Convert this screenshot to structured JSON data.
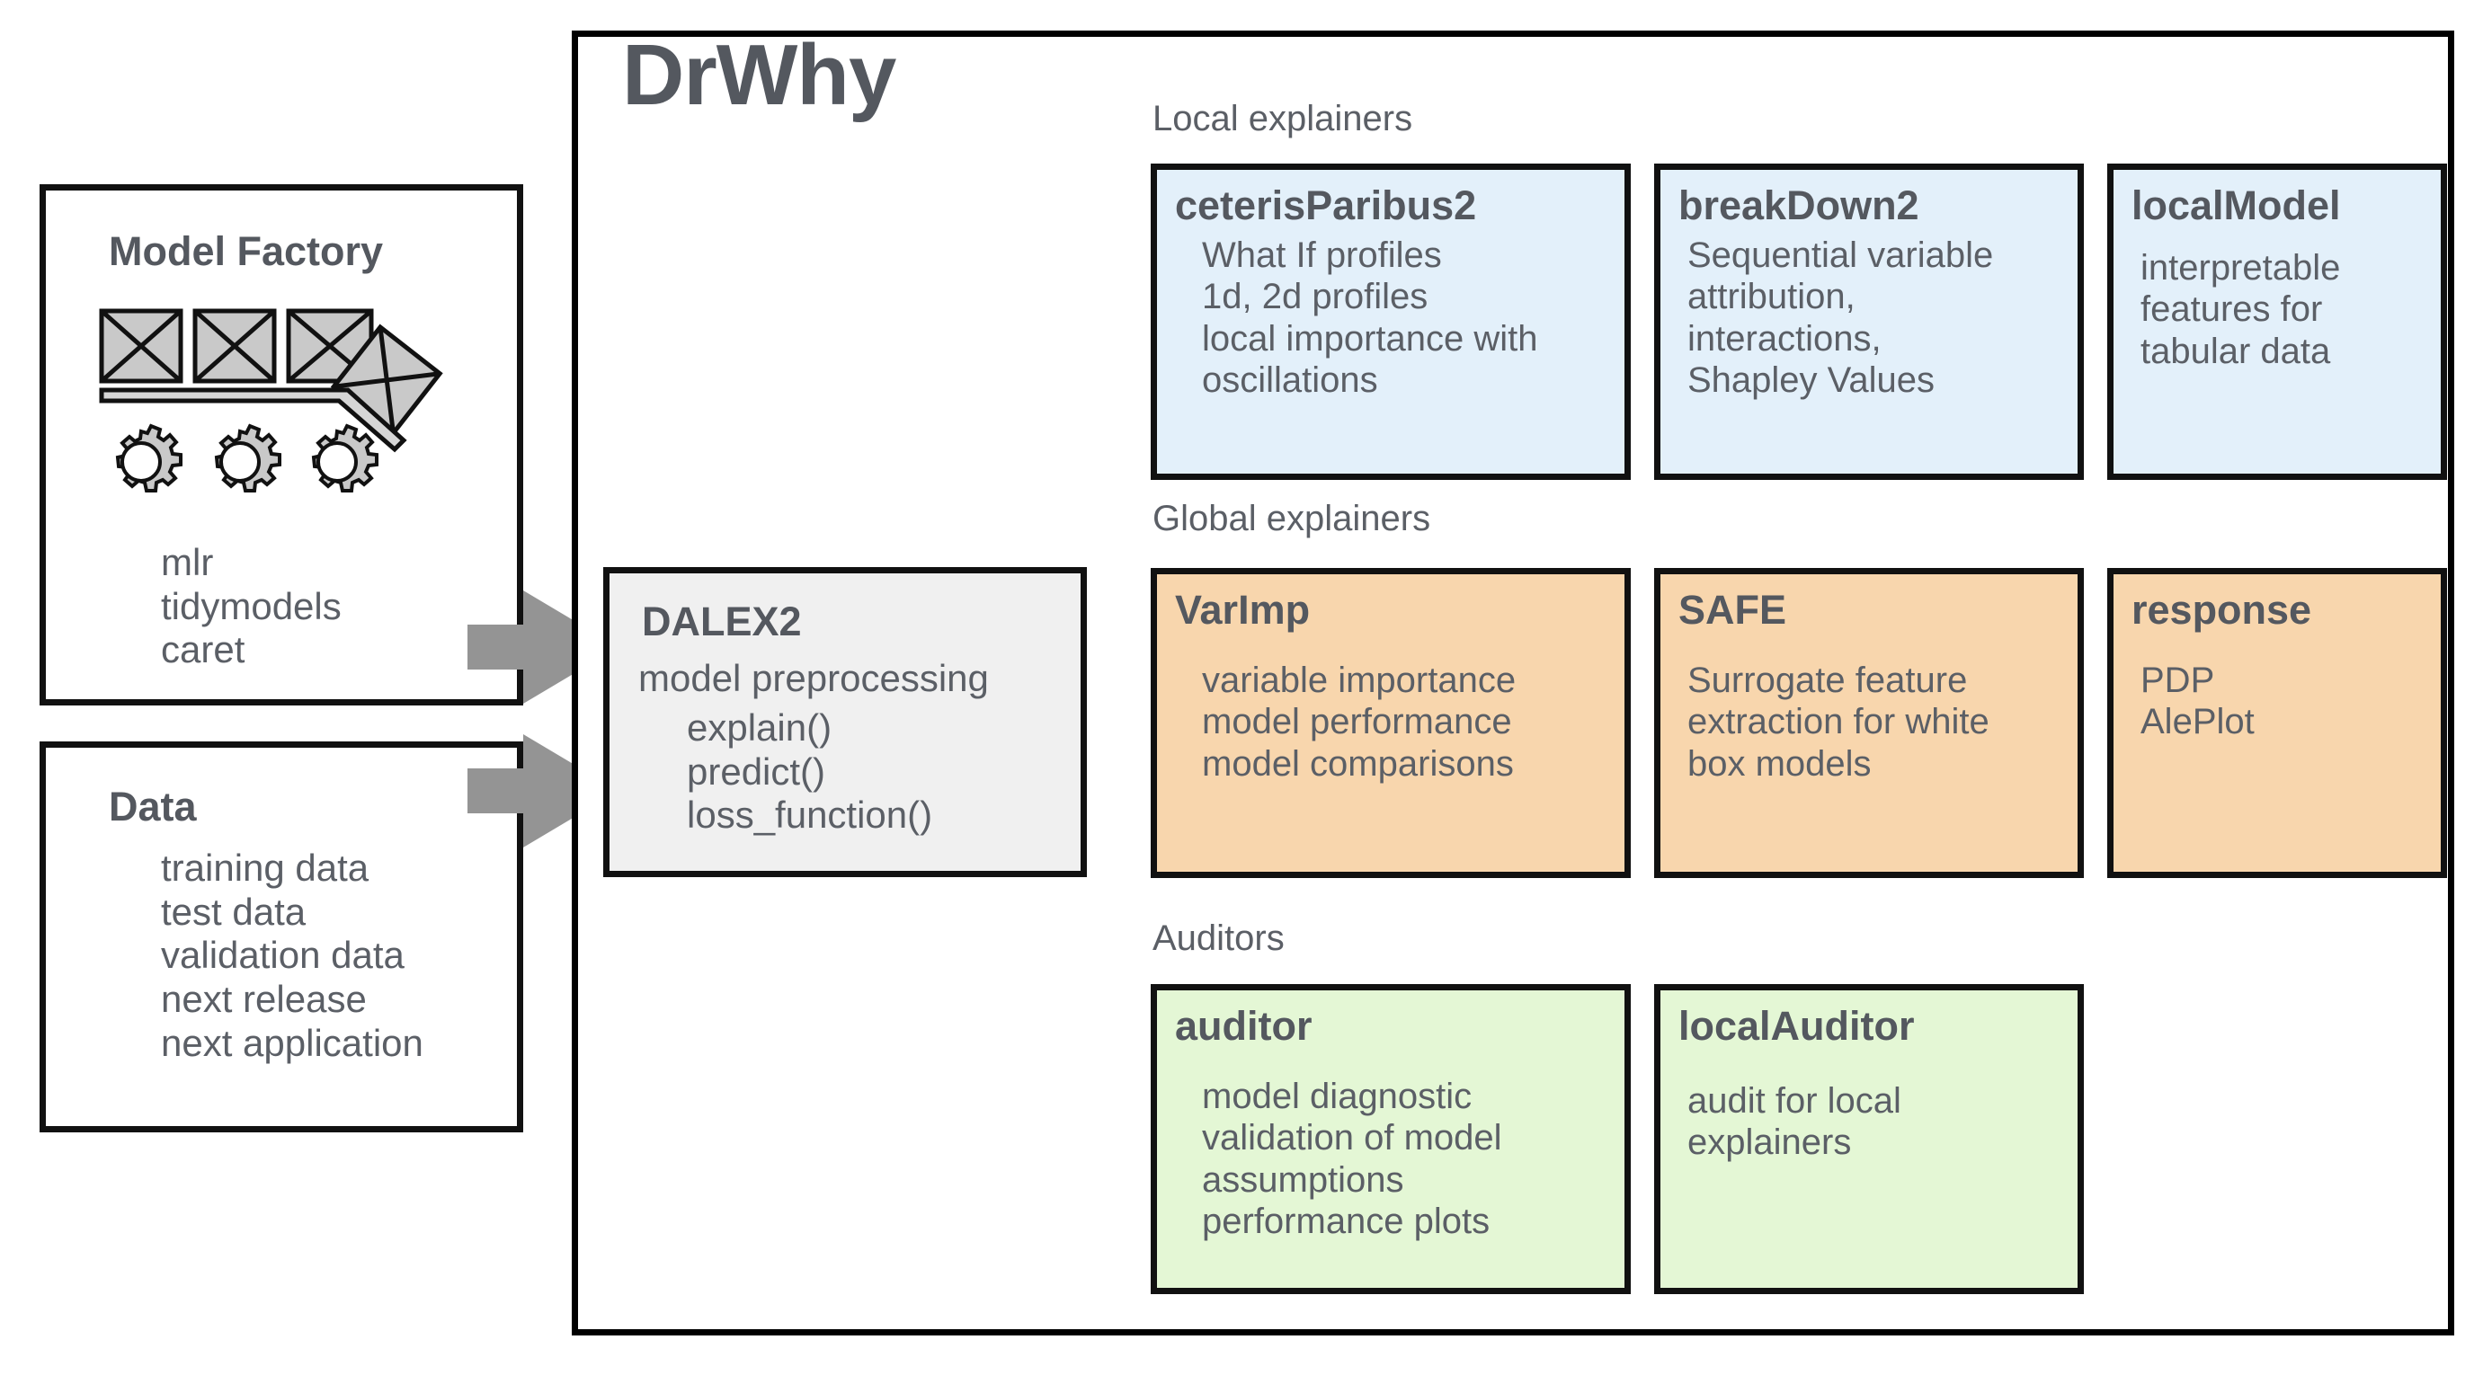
{
  "diagram": {
    "title": "DrWhy"
  },
  "model_factory": {
    "title": "Model Factory",
    "icon": "factory-conveyor-icon",
    "items": [
      "mlr",
      "tidymodels",
      "caret"
    ]
  },
  "data_box": {
    "title": "Data",
    "items": [
      "training data",
      "test data",
      "validation data",
      "next release",
      "next application"
    ]
  },
  "arrows": {
    "from_model_factory": "arrow-right-icon",
    "from_data": "arrow-right-icon",
    "color": "#949494"
  },
  "dalex": {
    "title": "DALEX2",
    "subtitle": "model preprocessing",
    "functions": [
      "explain()",
      "predict()",
      "loss_function()"
    ],
    "fill": "#f0f0f0"
  },
  "groups": [
    {
      "caption": "Local explainers",
      "fill": "#e3f0fa",
      "cards": [
        {
          "title": "ceterisParibus2",
          "lines": [
            "What If profiles",
            "1d, 2d profiles",
            "local importance with",
            " oscillations"
          ]
        },
        {
          "title": "breakDown2",
          "lines": [
            "Sequential variable",
            "attribution,",
            "interactions,",
            "Shapley Values"
          ]
        },
        {
          "title": "localModel",
          "lines": [
            "interpretable",
            "features for",
            "tabular data"
          ]
        }
      ]
    },
    {
      "caption": "Global explainers",
      "fill": "#f8d6ad",
      "cards": [
        {
          "title": "VarImp",
          "lines": [
            "variable importance",
            "model performance",
            "model comparisons"
          ]
        },
        {
          "title": "SAFE",
          "lines": [
            "Surrogate feature",
            "extraction for white",
            "box models"
          ]
        },
        {
          "title": "response",
          "lines": [
            "PDP",
            "AlePlot"
          ]
        }
      ]
    },
    {
      "caption": "Auditors",
      "fill": "#e4f7d5",
      "cards": [
        {
          "title": "auditor",
          "lines": [
            "model diagnostic",
            "validation of model",
            "assumptions",
            "performance plots"
          ]
        },
        {
          "title": "localAuditor",
          "lines": [
            "audit for local",
            "explainers"
          ]
        }
      ]
    }
  ],
  "colors": {
    "ink": "#54585f",
    "border": "#111111",
    "blue": "#e3f0fa",
    "orange": "#f8d6ad",
    "green": "#e4f7d5",
    "grey_fill": "#f0f0f0",
    "arrow": "#949494"
  }
}
